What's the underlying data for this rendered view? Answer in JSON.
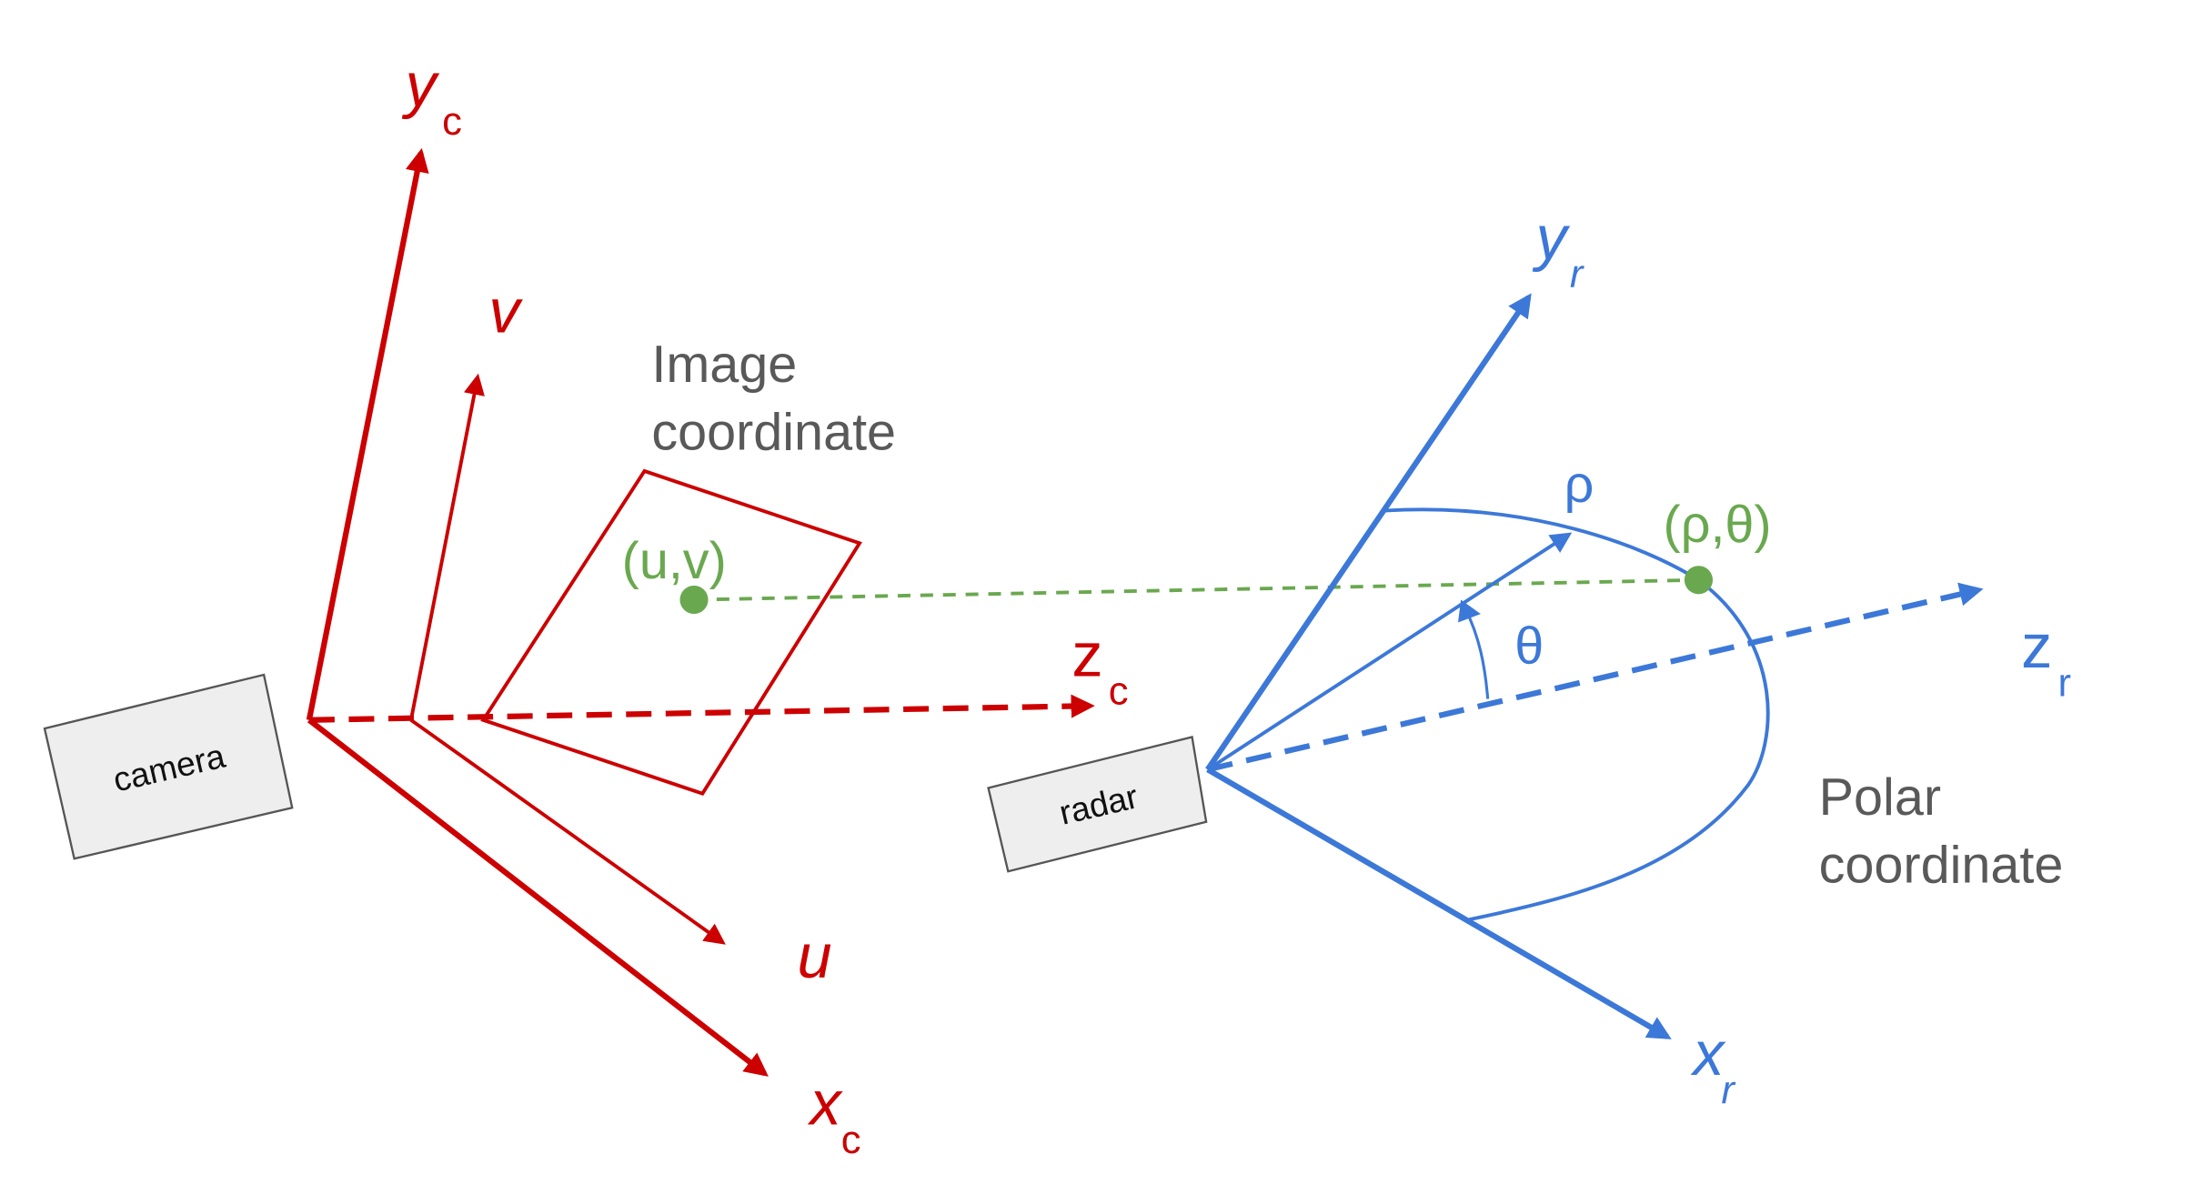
{
  "colors": {
    "camera_axes": "#cc0000",
    "radar_axes": "#3c78d8",
    "projection": "#6aa84f",
    "label_gray": "#595959",
    "box_fill": "#eeeeee",
    "box_stroke": "#555555"
  },
  "camera": {
    "box_label": "camera",
    "axis_y": {
      "main": "y",
      "sub": "c"
    },
    "axis_z": {
      "main": "z",
      "sub": "c"
    },
    "axis_x": {
      "main": "x",
      "sub": "c"
    },
    "axis_u": "u",
    "axis_v": "v",
    "image_plane_label_line1": "Image",
    "image_plane_label_line2": "coordinate",
    "point_label": "(u,v)"
  },
  "radar": {
    "box_label": "radar",
    "axis_y": {
      "main": "y",
      "sub": "r"
    },
    "axis_z": {
      "main": "z",
      "sub": "r"
    },
    "axis_x": {
      "main": "x",
      "sub": "r"
    },
    "rho_label": "ρ",
    "theta_label": "θ",
    "polar_label_line1": "Polar",
    "polar_label_line2": "coordinate",
    "point_label": "(ρ,θ)"
  }
}
